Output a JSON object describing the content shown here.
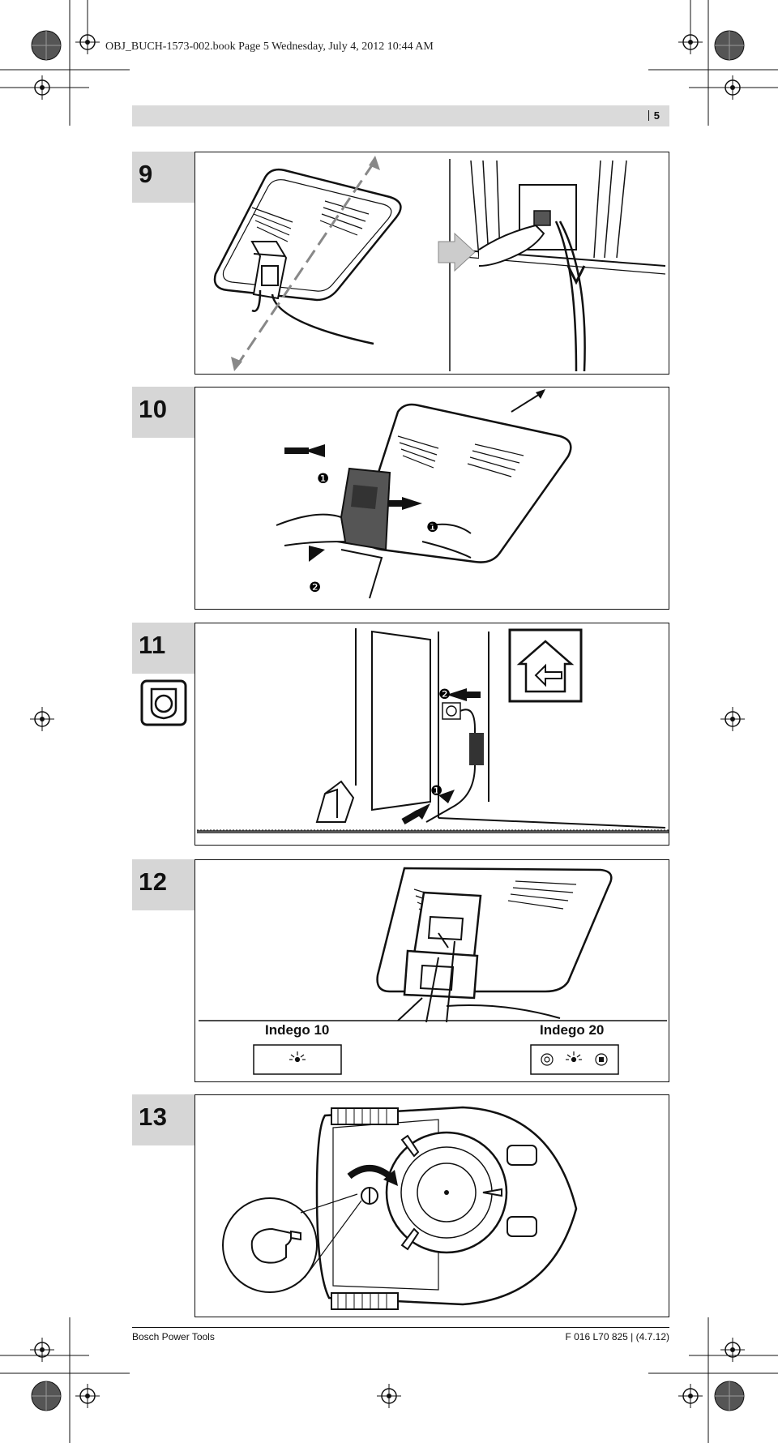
{
  "slug": "OBJ_BUCH-1573-002.book  Page 5  Wednesday, July 4, 2012  10:44 AM",
  "header": {
    "page_number": "5"
  },
  "steps": [
    {
      "number": "9"
    },
    {
      "number": "10",
      "callouts": [
        "❶",
        "❶",
        "❷"
      ]
    },
    {
      "number": "11",
      "callouts": [
        "❷",
        "❶"
      ]
    },
    {
      "number": "12",
      "models": [
        "Indego 10",
        "Indego 20"
      ]
    },
    {
      "number": "13"
    }
  ],
  "footer": {
    "left": "Bosch Power Tools",
    "right": "F 016 L70 825 | (4.7.12)"
  }
}
